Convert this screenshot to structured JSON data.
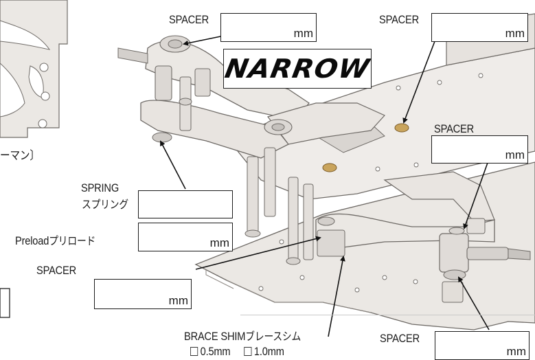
{
  "labels": {
    "spacer": "SPACER",
    "spring": "SPRING",
    "spring_jp": "スプリング",
    "preload": "Preload",
    "preload_jp": "プリロード",
    "brace_shim": "BRACE SHIM",
    "brace_shim_jp": "ブレースシム",
    "unit_mm": "mm",
    "left_fragment": "ーマン〕"
  },
  "logo": {
    "text": "NARROW"
  },
  "shim_options": [
    "0.5mm",
    "1.0mm"
  ],
  "colors": {
    "plate": "#ebe8e4",
    "plate_edge": "#6e6a66",
    "brass": "#c9a45c",
    "line": "#111111"
  }
}
